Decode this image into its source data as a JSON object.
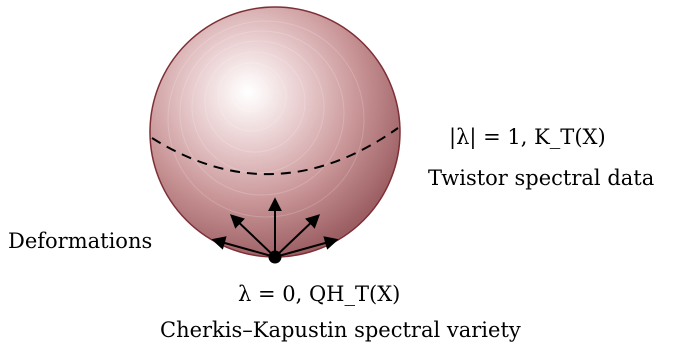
{
  "colors": {
    "sphere_highlight": "#fbf4f4",
    "sphere_mid": "#d7aeb0",
    "sphere_shadow": "#9b5e62",
    "sphere_edge": "#7d2f36",
    "equator": "#000000",
    "arrows": "#000000"
  },
  "labels": {
    "equator_math": "|λ| = 1,  K_T(X)",
    "equator_caption": "Twistor spectral data",
    "deformations": "Deformations",
    "origin_math": "λ = 0,  QH_T(X)",
    "origin_caption": "Cherkis–Kapustin spectral variety"
  }
}
